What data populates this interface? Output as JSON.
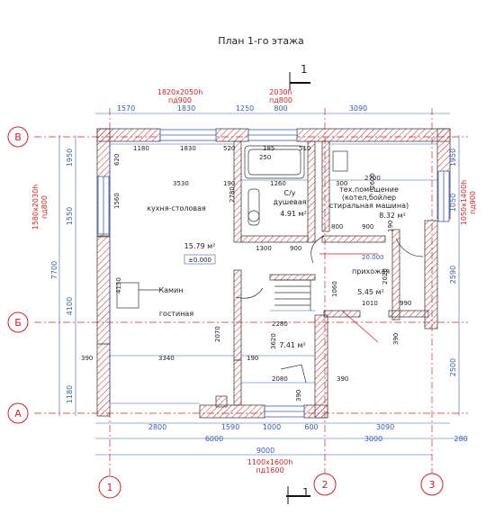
{
  "title": "План 1-го этажа",
  "section_mark": "1",
  "axes": {
    "B": "В",
    "Bv": "Б",
    "A": "А",
    "n1": "1",
    "n2": "2",
    "n3": "3"
  },
  "rooms": {
    "kitchen": "кухня-столовая",
    "kitchen_area": "15.79 м²",
    "level": "±0.000",
    "fireplace": "Камин",
    "living": "гостиная",
    "wc": "С/у",
    "shower": "душевая",
    "wc_area": "4.91 м²",
    "tech": "тех.помещение",
    "tech_sub": "(котел,бойлер",
    "tech_sub2": "стиральная машина)",
    "tech_area": "8.32 м²",
    "hall": "прихожая",
    "hall_area": "5.45 м²",
    "stair_area": "7.41 м²"
  },
  "openings": {
    "top_left": "1820x2050h",
    "top_left_sill": "пд900",
    "top_mid": "2030h",
    "top_mid_sill": "пд800",
    "bottom": "1100x1600h",
    "bottom_sill": "пд1600",
    "left": "1580x2030h",
    "left_sill": "пд800",
    "right": "1050x1400h",
    "right_sill": "пд900"
  },
  "dims_top": [
    "1570",
    "1830",
    "1250",
    "800",
    "3090"
  ],
  "dims_bottom": [
    "2800",
    "1590",
    "1000",
    "600",
    "3090"
  ],
  "dims_total": [
    "6000",
    "3000",
    "280"
  ],
  "dim_overall": "9000",
  "dims_left": [
    "1950",
    "1550",
    "4100",
    "1180"
  ],
  "dim_left_total": "7700",
  "dims_right": [
    "1950",
    "1050",
    "2590",
    "2500"
  ],
  "inner_dims": [
    "1180",
    "1830",
    "520",
    "185",
    "510",
    "250",
    "3530",
    "190",
    "1260",
    "2700",
    "300",
    "2780",
    "1300",
    "900",
    "800",
    "900",
    "190",
    "2600",
    "2020",
    "1560",
    "4130",
    "1060",
    "20.000",
    "1010",
    "990",
    "2280",
    "390",
    "3340",
    "190",
    "2070",
    "3620",
    "390",
    "2080",
    "390",
    "390",
    "620"
  ]
}
